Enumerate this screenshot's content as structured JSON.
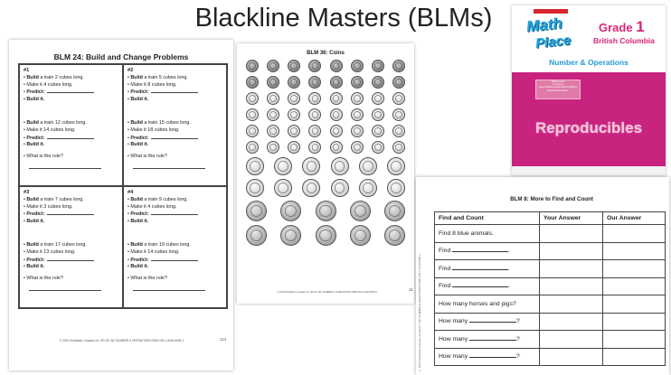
{
  "slide": {
    "title": "Blackline Masters (BLMs)"
  },
  "blm24": {
    "title": "BLM 24: Build and Change Problems",
    "cells": [
      {
        "num": "#1",
        "l1": "Build",
        "l1b": "a train 2 cubes long.",
        "l2": "• Make it 4 cubes long.",
        "predict": "Predict:",
        "buildit": "Build it.",
        "num2": "",
        "m1": "Build",
        "m1b": "a train 12 cubes long.",
        "m2": "• Make it 14 cubes long.",
        "rule": "• What is the rule?"
      },
      {
        "num": "#2",
        "l1": "Build",
        "l1b": "a train 5 cubes long.",
        "l2": "• Make it 8 cubes long.",
        "predict": "Predict:",
        "buildit": "Build it.",
        "m1": "Build",
        "m1b": "a train 15 cubes long.",
        "m2": "• Make it 18 cubes long.",
        "rule": "• What is the rule?"
      },
      {
        "num": "#3",
        "l1": "Build",
        "l1b": "a train 7 cubes long.",
        "l2": "• Make it 3 cubes long.",
        "predict": "Predict:",
        "buildit": "Build it.",
        "m1": "Build",
        "m1b": "a train 17 cubes long.",
        "m2": "• Make it 13 cubes long.",
        "rule": "• What is the rule?"
      },
      {
        "num": "#4",
        "l1": "Build",
        "l1b": "a train 9 cubes long.",
        "l2": "• Make it 4 cubes long.",
        "predict": "Predict:",
        "buildit": "Build it.",
        "m1": "Build",
        "m1b": "a train 19 cubes long.",
        "m2": "• Make it 14 cubes long.",
        "rule": "• What is the rule?"
      }
    ],
    "footer": "© 2019 Scholastic Canada Ltd. GR-03 / BC NUMBER & OPERATIONS  ISBN 978-1-4430-6605-1",
    "page": "113"
  },
  "blm36": {
    "title": "BLM 36: Coins",
    "footer": "© 2019 Scholastic Canada Ltd. GR-03 / BC NUMBER & OPERATIONS  ISBN 978-1-4430-6605-1",
    "page": "11"
  },
  "cover": {
    "logo_line1": "Math",
    "logo_line2": "Place",
    "grade_word": "Grade",
    "grade_num": "1",
    "province": "British Columbia",
    "strand": "Number & Operations",
    "box_text": "Digital access\nincludes at\nwww.scholastic.ca/education/mathplace\nReproducible Masters",
    "title": "Reproducibles"
  },
  "blm8": {
    "title": "BLM 8: More to Find and Count",
    "side_text": "© 2019 Scholastic Canada Ltd. GR-01 / BC NUMBER & OPERATIONS  ISBN 978-1-4430-6605-1",
    "headers": [
      "Find and Count",
      "Your Answer",
      "Our Answer"
    ],
    "rows": [
      {
        "text": "Find 8 blue animals.",
        "blank": ""
      },
      {
        "text": "Find",
        "blank": "."
      },
      {
        "text": "Find",
        "blank": "."
      },
      {
        "text": "Find",
        "blank": "."
      },
      {
        "text": "How many horses and pigs?",
        "blank": ""
      },
      {
        "text": "How many",
        "blank": "?"
      },
      {
        "text": "How many",
        "blank": "?"
      },
      {
        "text": "How many",
        "blank": "?"
      }
    ]
  }
}
